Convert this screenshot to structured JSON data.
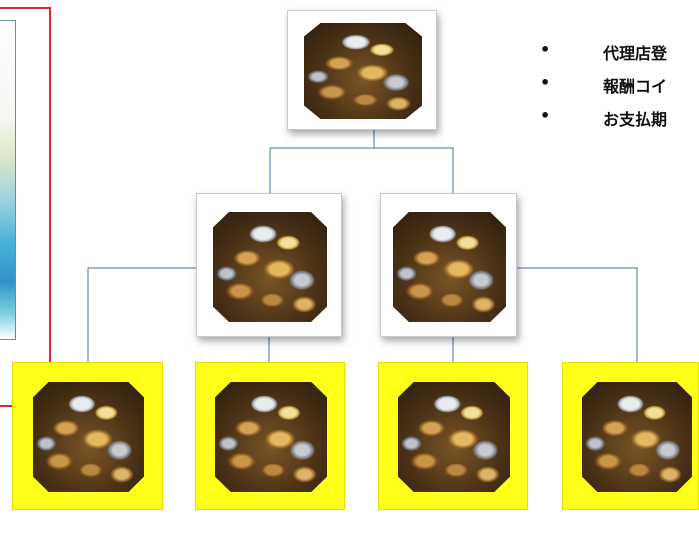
{
  "diagram": {
    "nodes": [
      {
        "id": "top",
        "level": 1,
        "style": "white",
        "image": "coins-pile-image"
      },
      {
        "id": "mid-left",
        "level": 2,
        "style": "white",
        "image": "coins-pile-image"
      },
      {
        "id": "mid-right",
        "level": 2,
        "style": "white",
        "image": "coins-pile-image"
      },
      {
        "id": "bottom-1",
        "level": 3,
        "style": "yellow",
        "image": "coins-pile-image"
      },
      {
        "id": "bottom-2",
        "level": 3,
        "style": "yellow",
        "image": "coins-pile-image"
      },
      {
        "id": "bottom-3",
        "level": 3,
        "style": "yellow",
        "image": "coins-pile-image"
      },
      {
        "id": "bottom-4",
        "level": 3,
        "style": "yellow",
        "image": "coins-pile-image"
      }
    ],
    "edges": [
      [
        "top",
        "mid-left"
      ],
      [
        "top",
        "mid-right"
      ],
      [
        "mid-left",
        "bottom-1"
      ],
      [
        "mid-left",
        "bottom-2"
      ],
      [
        "mid-right",
        "bottom-3"
      ],
      [
        "mid-right",
        "bottom-4"
      ]
    ]
  },
  "bullets": [
    {
      "marker": "•",
      "text": "代理店登"
    },
    {
      "marker": "•",
      "text": "報酬コイ"
    },
    {
      "marker": "•",
      "text": "お支払期"
    }
  ],
  "colors": {
    "connector": "#4b6fb5",
    "highlight_fill": "#ffff1a",
    "frame_red": "#d92b2b",
    "bullet_text": "#111111"
  }
}
